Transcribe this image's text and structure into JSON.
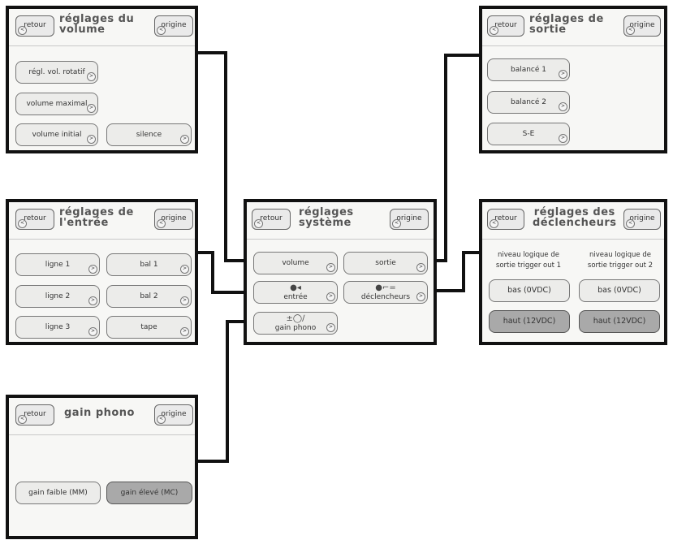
{
  "common": {
    "back": "retour",
    "home": "origine",
    "arrow_left": "<",
    "arrow_right": ">"
  },
  "panels": {
    "volume": {
      "title1": "réglages du",
      "title2": "volume",
      "buttons": [
        "régl. vol. rotatif",
        "volume maximal",
        "volume initial",
        "silence"
      ]
    },
    "output": {
      "title1": "réglages de",
      "title2": "sortie",
      "buttons": [
        "balancé 1",
        "balancé 2",
        "S-E"
      ]
    },
    "input": {
      "title1": "réglages de",
      "title2": "l'entrée",
      "buttons": [
        "ligne 1",
        "bal 1",
        "ligne 2",
        "bal 2",
        "ligne 3",
        "tape"
      ]
    },
    "system": {
      "title1": "réglages",
      "title2": "système",
      "buttons": {
        "volume": "volume",
        "output": "sortie",
        "input": "entrée",
        "triggers": "déclencheurs",
        "phono": "gain phono"
      }
    },
    "triggers": {
      "title1": "réglages des",
      "title2": "déclencheurs",
      "col1_line1": "niveau logique de",
      "col1_line2": "sortie trigger out 1",
      "col2_line1": "niveau logique de",
      "col2_line2": "sortie trigger out 2",
      "low": "bas (0VDC)",
      "high": "haut (12VDC)"
    },
    "phono": {
      "title": "gain phono",
      "buttons": [
        "gain faible (MM)",
        "gain élevé (MC)"
      ]
    }
  }
}
